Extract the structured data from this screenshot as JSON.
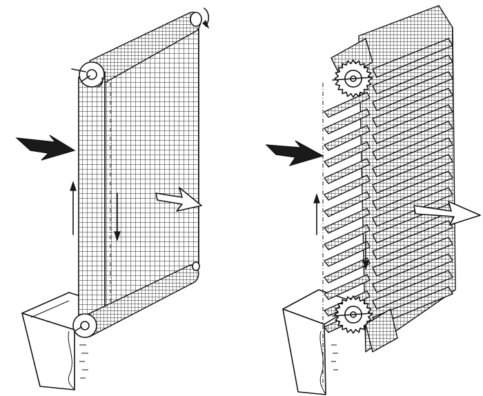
{
  "figure": {
    "panels": [
      {
        "id": "left",
        "kind": "rotating-belt-screen",
        "icon": "belt-screen-illustration"
      },
      {
        "id": "right",
        "kind": "scraper-tray-screen",
        "icon": "tray-screen-illustration"
      }
    ],
    "arrows": {
      "inflow": "solid-black-arrow-icon",
      "outflow": "hollow-white-arrow-icon",
      "motion": "thin-direction-arrow-icon"
    },
    "colors": {
      "ink": "#111111",
      "background": "#ffffff"
    }
  }
}
